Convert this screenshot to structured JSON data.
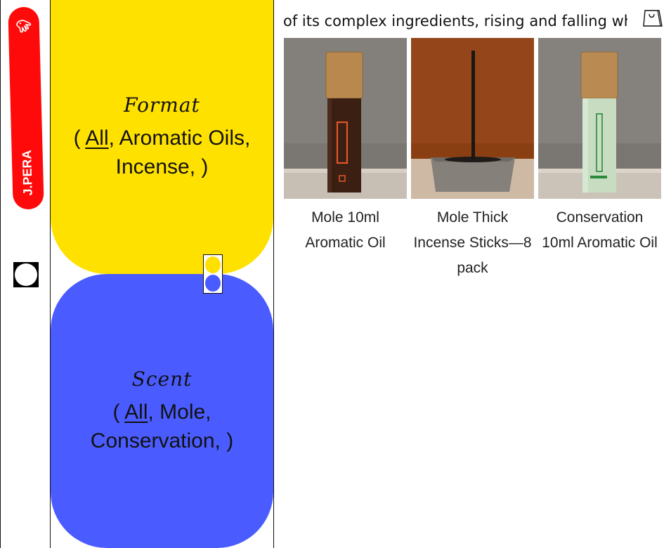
{
  "brand": {
    "name": "J.PERA",
    "icon": "hand-logo-icon"
  },
  "nav": {
    "menu_icon": "circle-icon"
  },
  "filters": {
    "format": {
      "title": "Format",
      "open": "( ",
      "options": [
        "All",
        "Aromatic Oils,",
        "Incense,"
      ],
      "close": " )",
      "active": "All"
    },
    "scent": {
      "title": "Scent",
      "open": "( ",
      "options": [
        "All",
        "Mole,",
        "Conservation,"
      ],
      "close": " )",
      "active": "All"
    },
    "toggle_icon": "two-dot-toggle-icon"
  },
  "ticker": {
    "text": "of its complex ingredients, rising and falling whi"
  },
  "cart": {
    "icon": "shopping-bag-icon"
  },
  "products": [
    {
      "name": "Mole 10ml Aromatic Oil",
      "image": "amber-roller-bottle"
    },
    {
      "name": "Mole Thick Incense Sticks—8 pack",
      "image": "incense-stick-in-concrete-holder"
    },
    {
      "name": "Conservation 10ml Aromatic Oil",
      "image": "green-roller-bottle"
    }
  ],
  "colors": {
    "brand_red": "#ff0a0a",
    "format_yellow": "#ffe100",
    "scent_blue": "#4a5cff"
  }
}
